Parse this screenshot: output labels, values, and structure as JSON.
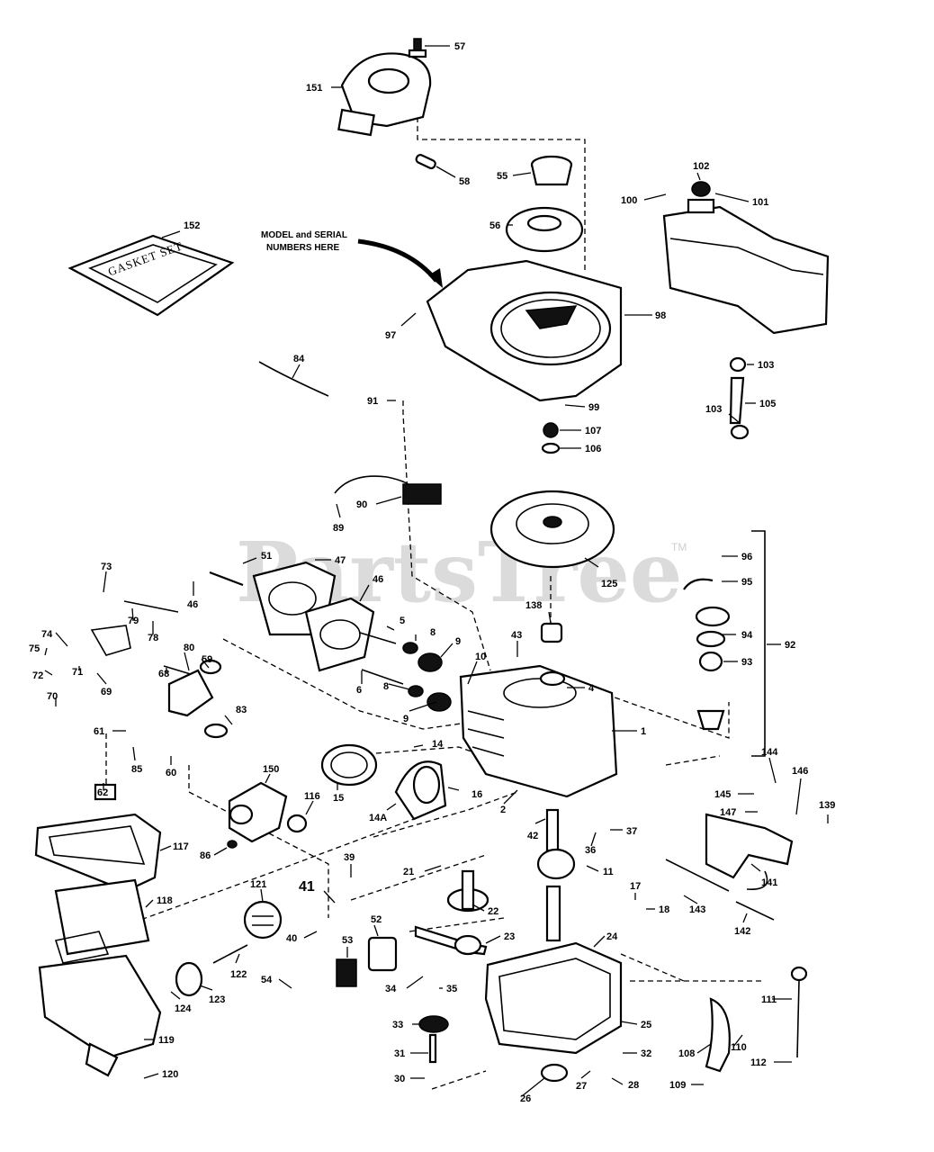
{
  "watermark": {
    "text": "PartsTree",
    "trademark": "TM"
  },
  "note": {
    "line1": "MODEL and SERIAL",
    "line2": "NUMBERS HERE"
  },
  "gasket_box_text": "GASKET SET",
  "callouts": {
    "c57": "57",
    "c151": "151",
    "c58": "58",
    "c55": "55",
    "c56": "56",
    "c152": "152",
    "c102": "102",
    "c100": "100",
    "c101": "101",
    "c97": "97",
    "c98": "98",
    "c84": "84",
    "c103a": "103",
    "c105": "105",
    "c103b": "103",
    "c91": "91",
    "c99": "99",
    "c107": "107",
    "c106": "106",
    "c90": "90",
    "c89": "89",
    "c96": "96",
    "c95": "95",
    "c125": "125",
    "c73": "73",
    "c51": "51",
    "c47": "47",
    "c46a": "46",
    "c46b": "46",
    "c79": "79",
    "c78": "78",
    "c74": "74",
    "c75": "75",
    "c80": "80",
    "c59": "59",
    "c68": "68",
    "c72": "72",
    "c71": "71",
    "c69": "69",
    "c70": "70",
    "c5": "5",
    "c8a": "8",
    "c9a": "9",
    "c10": "10",
    "c138": "138",
    "c43": "43",
    "c94": "94",
    "c92": "92",
    "c93": "93",
    "c6": "6",
    "c8b": "8",
    "c9b": "9",
    "c4": "4",
    "c1": "1",
    "c61": "61",
    "c83": "83",
    "c85": "85",
    "c60": "60",
    "c14": "14",
    "c150": "150",
    "c15": "15",
    "c116": "116",
    "c16": "16",
    "c14a": "14A",
    "c2": "2",
    "c62": "62",
    "c42": "42",
    "c37": "37",
    "c36": "36",
    "c144": "144",
    "c146": "146",
    "c145": "145",
    "c147": "147",
    "c139": "139",
    "c117": "117",
    "c86": "86",
    "c39": "39",
    "c21": "21",
    "c11": "11",
    "c141": "141",
    "c121": "121",
    "c41": "41",
    "c22": "22",
    "c17": "17",
    "c18": "18",
    "c143": "143",
    "c142": "142",
    "c118": "118",
    "c40": "40",
    "c52": "52",
    "c23": "23",
    "c24": "24",
    "c53": "53",
    "c122": "122",
    "c54": "54",
    "c124": "124",
    "c123": "123",
    "c34": "34",
    "c35": "35",
    "c111": "111",
    "c25": "25",
    "c33": "33",
    "c110": "110",
    "c108": "108",
    "c119": "119",
    "c31": "31",
    "c32": "32",
    "c112": "112",
    "c30": "30",
    "c27": "27",
    "c28": "28",
    "c120": "120",
    "c26": "26",
    "c109": "109"
  }
}
